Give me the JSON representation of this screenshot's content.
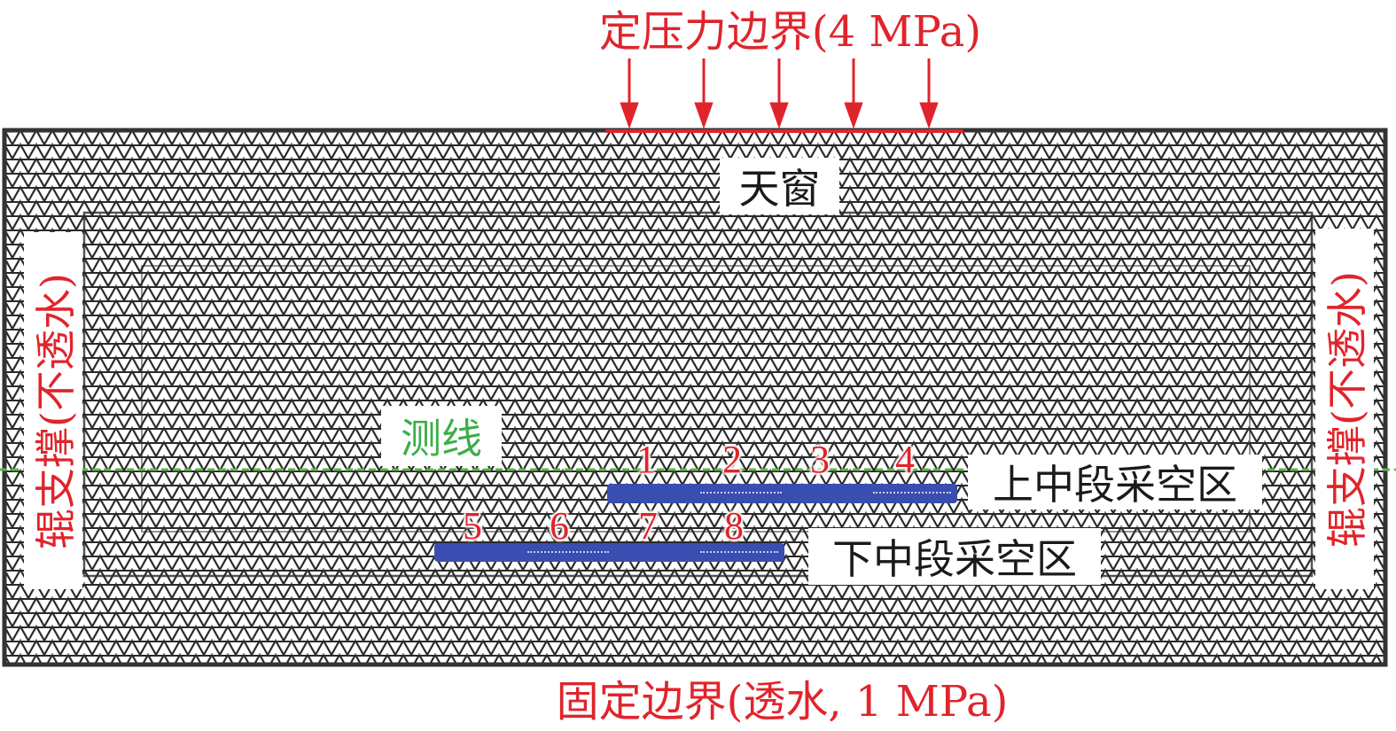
{
  "figure": {
    "top_boundary_label": "定压力边界(4 MPa)",
    "bottom_boundary_label": "固定边界(透水, 1 MPa)",
    "left_boundary_label": "辊支撑(不透水)",
    "right_boundary_label": "辊支撑(不透水)",
    "skylight_label": "天窗",
    "survey_line_label": "测线",
    "upper_goaf_label": "上中段采空区",
    "lower_goaf_label": "下中段采空区",
    "upper_points": [
      "1",
      "2",
      "3",
      "4"
    ],
    "lower_points": [
      "5",
      "6",
      "7",
      "8"
    ],
    "pressure_arrow_count": 5,
    "pressure_value": "4 MPa",
    "bottom_pressure_value": "1 MPa"
  },
  "colors": {
    "boundary_text": "#e0242b",
    "mesh": "#2a2a2a",
    "goaf_bar": "#3a4db0",
    "survey_line": "#5ab946",
    "label_text": "#1a1a1a"
  }
}
